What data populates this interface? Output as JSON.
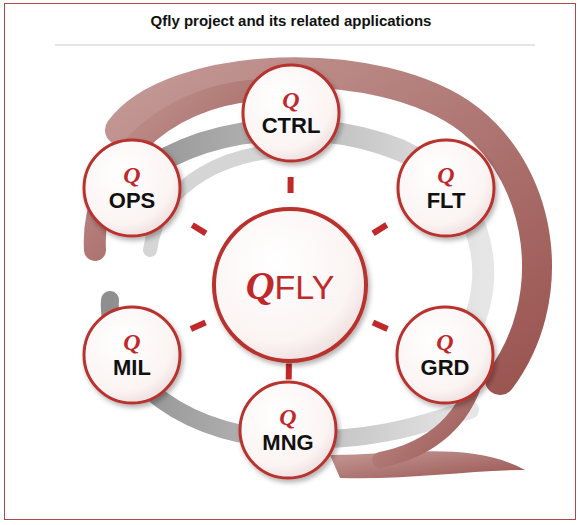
{
  "diagram": {
    "title": "Qfly project and its related applications",
    "nodes": [
      {
        "text": [
          "Q",
          "FLY"
        ]
      },
      {
        "text": [
          "Q",
          "CTRL"
        ]
      },
      {
        "text": [
          "Q",
          "FLT"
        ]
      },
      {
        "text": [
          "Q",
          "GRD"
        ]
      },
      {
        "text": [
          "Q",
          "MNG"
        ]
      },
      {
        "text": [
          "Q",
          "MIL"
        ]
      },
      {
        "text": [
          "Q",
          "OPS"
        ]
      }
    ],
    "edges": [
      {
        "from": 0,
        "to": 1,
        "arrow": "none"
      },
      {
        "from": 0,
        "to": 2,
        "arrow": "none"
      },
      {
        "from": 0,
        "to": 3,
        "arrow": "none"
      },
      {
        "from": 0,
        "to": 4,
        "arrow": "none"
      },
      {
        "from": 0,
        "to": 5,
        "arrow": "none"
      },
      {
        "from": 0,
        "to": 6,
        "arrow": "none"
      }
    ]
  }
}
